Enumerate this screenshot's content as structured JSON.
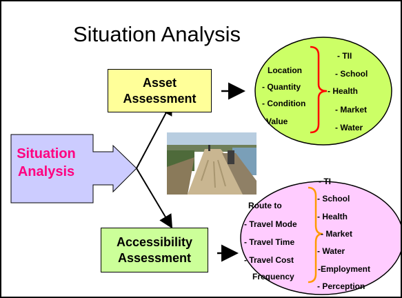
{
  "title": "Situation Analysis",
  "center_label": [
    "Situation",
    "Analysis"
  ],
  "asset_box": [
    "Asset",
    "Assessment"
  ],
  "access_box": [
    "Accessibility",
    "Assessment"
  ],
  "asset_left_items": [
    "Location",
    "- Quantity",
    "- Condition",
    "Value"
  ],
  "asset_right_items": [
    "- TII",
    "- School",
    "- Health",
    "- Market",
    "- Water"
  ],
  "access_left_items": [
    "Route to",
    "- Travel Mode",
    "- Travel Time",
    "- Travel Cost",
    "Frequency"
  ],
  "access_right_items": [
    "- TI",
    "- School",
    "- Health",
    "- Market",
    "- Water",
    "-Employment",
    "- Perception"
  ],
  "colors": {
    "asset_box": "#ffff99",
    "access_box": "#ccff99",
    "asset_ellipse": "#ccff66",
    "access_ellipse": "#ffccff",
    "center_arrow": "#ccccff",
    "center_label": "#ff0080",
    "brace": "#ff0000",
    "access_brace": "#ff9900"
  },
  "icons": {
    "photo": "road-photo-image"
  }
}
